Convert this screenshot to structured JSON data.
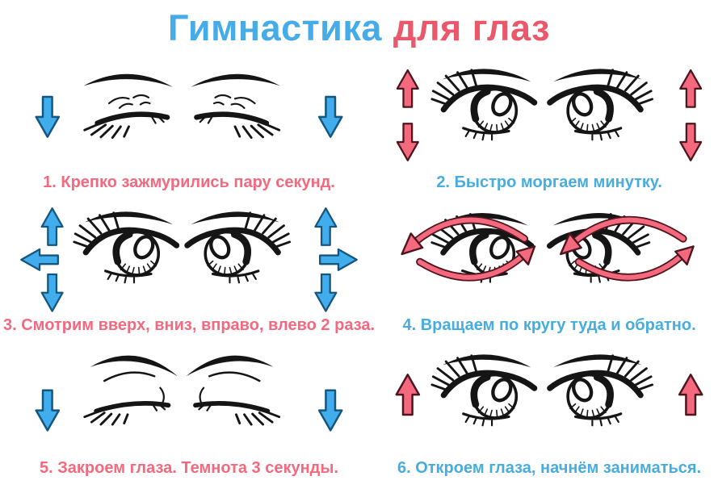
{
  "title": {
    "blue_part": "Гимнастика",
    "pink_part": "для глаз"
  },
  "colors": {
    "title_blue": "#45ACE8",
    "title_pink": "#E9586B",
    "caption_pink": "#F4697E",
    "caption_blue": "#47ADDF",
    "arrow_blue_fill": "#41ADEC",
    "arrow_blue_outline": "#15567E",
    "arrow_pink_fill": "#F5697E",
    "arrow_pink_outline": "#4D151D",
    "ink": "#151515",
    "background": "#FFFFFF"
  },
  "panels": [
    {
      "caption": "1. Крепко зажмурились пару секунд.",
      "caption_color": "pink",
      "illustration": "closed-squeezed-eyes",
      "arrow_icons": "blue-down-arrows-both-sides"
    },
    {
      "caption": "2. Быстро моргаем минутку.",
      "caption_color": "blue",
      "illustration": "open-eyes",
      "arrow_icons": "pink-up-and-down-arrows-both-sides"
    },
    {
      "caption": "3. Смотрим вверх, вниз, вправо, влево 2 раза.",
      "caption_color": "pink",
      "illustration": "open-eyes",
      "arrow_icons": "blue-up-down-outward-arrows-both-sides"
    },
    {
      "caption": "4. Вращаем по кругу туда и обратно.",
      "caption_color": "blue",
      "illustration": "open-eyes",
      "arrow_icons": "pink-circular-rotation-arrows-around-each-eye"
    },
    {
      "caption": "5. Закроем глаза. Темнота 3 секунды.",
      "caption_color": "pink",
      "illustration": "closed-relaxed-eyes",
      "arrow_icons": "blue-down-arrows-both-sides"
    },
    {
      "caption": "6. Откроем глаза, начнём заниматься.",
      "caption_color": "blue",
      "illustration": "open-eyes",
      "arrow_icons": "pink-up-arrows-both-sides"
    }
  ]
}
